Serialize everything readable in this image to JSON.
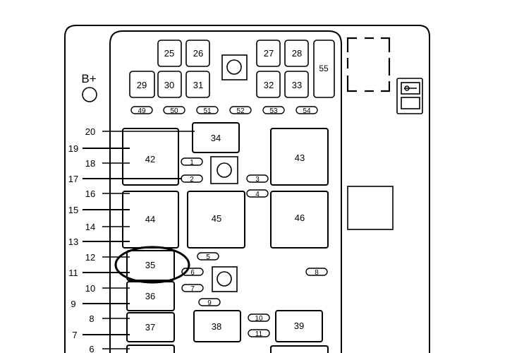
{
  "diagram": {
    "battery_label": "B+",
    "large_relays": [
      {
        "id": "42",
        "label": "42"
      },
      {
        "id": "43",
        "label": "43"
      },
      {
        "id": "44",
        "label": "44"
      },
      {
        "id": "45",
        "label": "45"
      },
      {
        "id": "46",
        "label": "46"
      },
      {
        "id": "35",
        "label": "35",
        "highlighted": true
      },
      {
        "id": "36",
        "label": "36"
      },
      {
        "id": "37",
        "label": "37"
      },
      {
        "id": "38",
        "label": "38"
      },
      {
        "id": "39",
        "label": "39"
      },
      {
        "id": "34",
        "label": "34"
      }
    ],
    "small_fuses": [
      "25",
      "26",
      "27",
      "28",
      "29",
      "30",
      "31",
      "32",
      "33",
      "55"
    ],
    "mini_fuses": [
      "49",
      "50",
      "51",
      "52",
      "53",
      "54",
      "1",
      "2",
      "3",
      "4",
      "5",
      "6",
      "7",
      "8",
      "9",
      "10",
      "11"
    ],
    "pin_labels": [
      "20",
      "19",
      "18",
      "17",
      "16",
      "15",
      "14",
      "13",
      "12",
      "11",
      "10",
      "9",
      "8",
      "7",
      "6"
    ]
  }
}
